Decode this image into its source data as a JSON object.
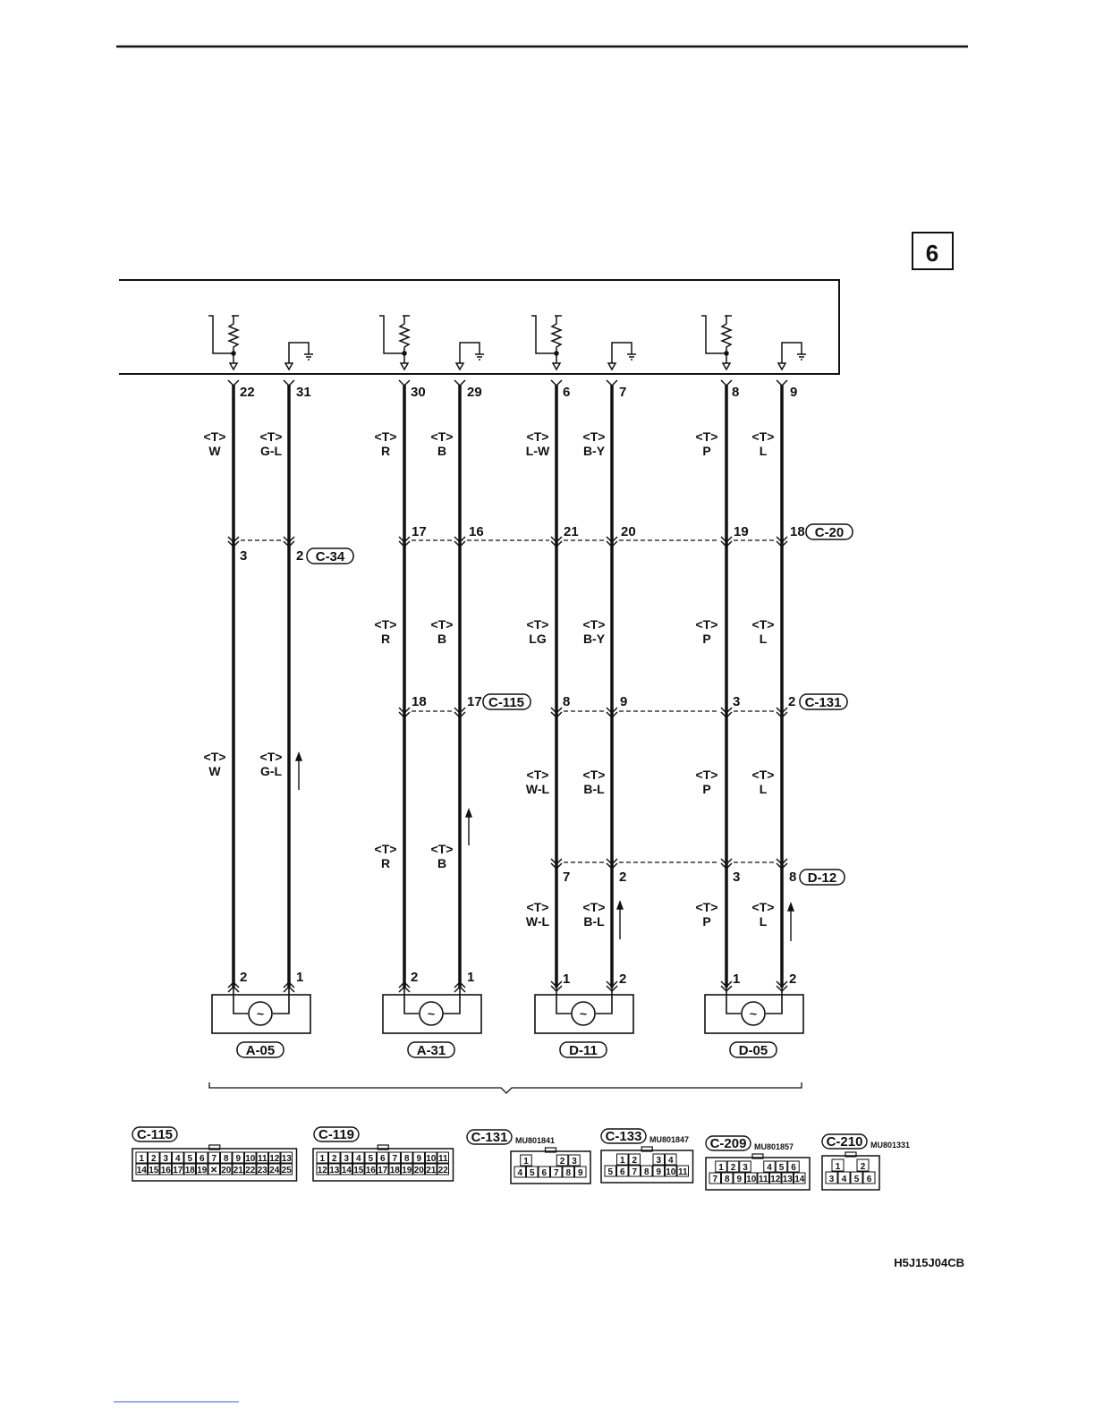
{
  "page": {
    "number": "6",
    "code": "H5J15J04CB"
  },
  "wire_prefix": "<T>",
  "ecu_pins": [
    "22",
    "31",
    "30",
    "29",
    "6",
    "7",
    "8",
    "9"
  ],
  "top_wire_colors": [
    "W",
    "G-L",
    "R",
    "B",
    "L-W",
    "B-Y",
    "P",
    "L"
  ],
  "junction_row1": {
    "pins": [
      "3",
      "2",
      "17",
      "16",
      "21",
      "20",
      "19",
      "18"
    ],
    "connectors": [
      "C-34",
      "C-20"
    ]
  },
  "mid_wire_colors": [
    "R",
    "B",
    "LG",
    "B-Y",
    "P",
    "L"
  ],
  "junction_row2": {
    "pins": [
      "18",
      "17",
      "8",
      "9",
      "3",
      "2"
    ],
    "connectors": [
      "C-115",
      "C-131"
    ]
  },
  "left_wire_colors": [
    "W",
    "G-L"
  ],
  "row3_wire_colors": [
    "W-L",
    "B-L",
    "P",
    "L"
  ],
  "a31_wire_colors": [
    "R",
    "B"
  ],
  "junction_row3": {
    "pins": [
      "7",
      "2",
      "3",
      "8"
    ],
    "connectors": [
      "D-12"
    ]
  },
  "row4_wire_colors": [
    "W-L",
    "B-L",
    "P",
    "L"
  ],
  "sensor_pins": [
    "2",
    "1",
    "2",
    "1",
    "1",
    "2",
    "1",
    "2"
  ],
  "sensors": [
    "A-05",
    "A-31",
    "D-11",
    "D-05"
  ],
  "connectors": [
    {
      "id": "C-115",
      "part": "",
      "rows": [
        [
          "1",
          "2",
          "3",
          "4",
          "5",
          "6",
          "7",
          "8",
          "9",
          "10",
          "11",
          "12",
          "13"
        ],
        [
          "14",
          "15",
          "16",
          "17",
          "18",
          "19",
          "✕",
          "20",
          "21",
          "22",
          "23",
          "24",
          "25"
        ]
      ]
    },
    {
      "id": "C-119",
      "part": "",
      "rows": [
        [
          "1",
          "2",
          "3",
          "4",
          "5",
          "6",
          "7",
          "8",
          "9",
          "10",
          "11"
        ],
        [
          "12",
          "13",
          "14",
          "15",
          "16",
          "17",
          "18",
          "19",
          "20",
          "21",
          "22"
        ]
      ]
    },
    {
      "id": "C-131",
      "part": "MU801841",
      "rows": [
        [
          "1",
          "",
          "",
          "2",
          "3"
        ],
        [
          "4",
          "5",
          "6",
          "7",
          "8",
          "9"
        ]
      ]
    },
    {
      "id": "C-133",
      "part": "MU801847",
      "rows": [
        [
          "1",
          "2",
          "",
          "3",
          "4"
        ],
        [
          "5",
          "6",
          "7",
          "8",
          "9",
          "10",
          "11"
        ]
      ]
    },
    {
      "id": "C-209",
      "part": "MU801857",
      "rows": [
        [
          "1",
          "2",
          "3",
          "",
          "4",
          "5",
          "6"
        ],
        [
          "7",
          "8",
          "9",
          "10",
          "11",
          "12",
          "13",
          "14"
        ]
      ]
    },
    {
      "id": "C-210",
      "part": "MU801331",
      "rows": [
        [
          "1",
          "",
          "2"
        ],
        [
          "3",
          "4",
          "5",
          "6"
        ]
      ]
    }
  ]
}
